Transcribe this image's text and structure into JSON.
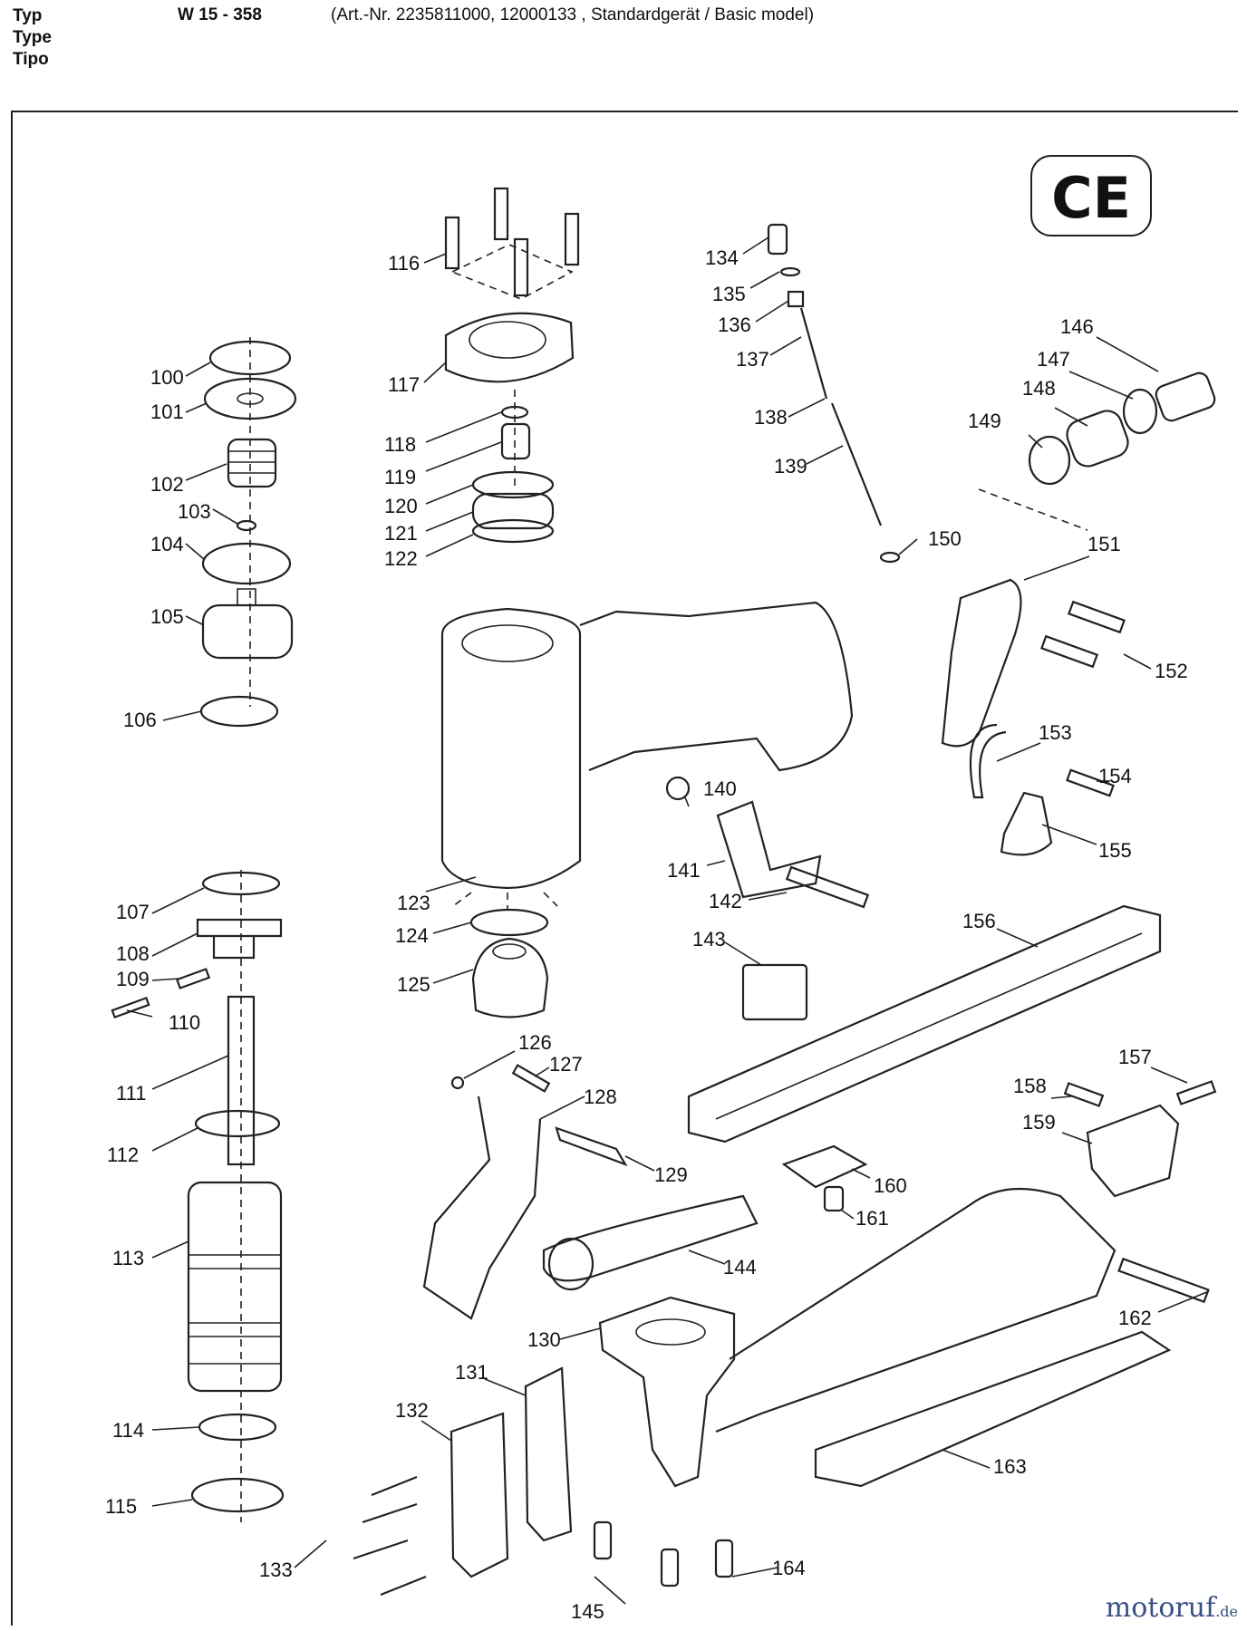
{
  "header": {
    "type_labels": [
      "Typ",
      "Type",
      "Tipo"
    ],
    "model": "W 15 - 358",
    "article": "(Art.-Nr. 2235811000, 12000133 , Standardgerät / Basic model)"
  },
  "ce_mark": "CE",
  "watermark": {
    "name": "motoruf",
    "suffix": ".de"
  },
  "parts": [
    "100",
    "101",
    "102",
    "103",
    "104",
    "105",
    "106",
    "107",
    "108",
    "109",
    "110",
    "111",
    "112",
    "113",
    "114",
    "115",
    "116",
    "117",
    "118",
    "119",
    "120",
    "121",
    "122",
    "123",
    "124",
    "125",
    "126",
    "127",
    "128",
    "129",
    "130",
    "131",
    "132",
    "133",
    "134",
    "135",
    "136",
    "137",
    "138",
    "139",
    "140",
    "141",
    "142",
    "143",
    "144",
    "145",
    "146",
    "147",
    "148",
    "149",
    "150",
    "151",
    "152",
    "153",
    "154",
    "155",
    "156",
    "157",
    "158",
    "159",
    "160",
    "161",
    "162",
    "163",
    "164"
  ]
}
